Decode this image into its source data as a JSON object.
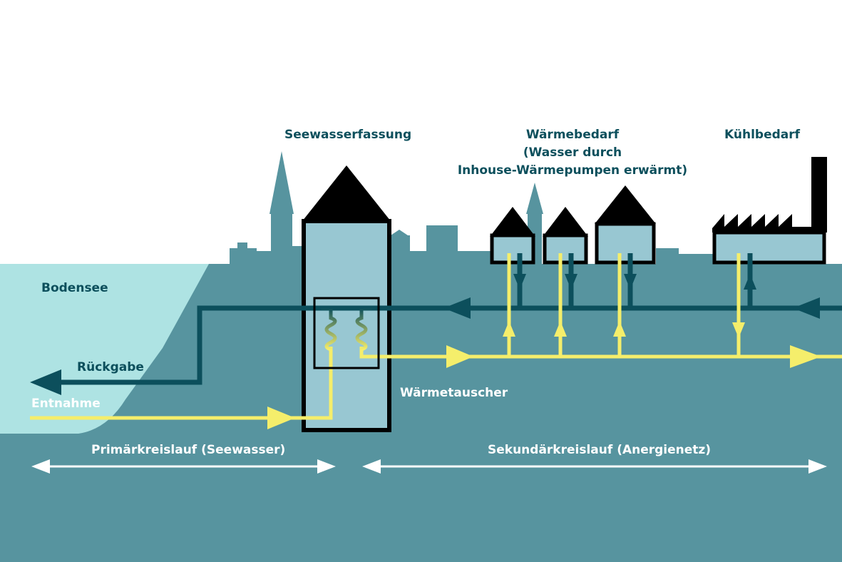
{
  "labels": {
    "seewasserfassung": "Seewasserfassung",
    "waermebedarf_line1": "Wärmebedarf",
    "waermebedarf_line2": "(Wasser durch",
    "waermebedarf_line3": "Inhouse-Wärmepumpen erwärmt)",
    "kuehlbedarf": "Kühlbedarf",
    "bodensee": "Bodensee",
    "rueckgabe": "Rückgabe",
    "entnahme": "Entnahme",
    "waermetauscher": "Wärmetauscher",
    "primaerkreislauf": "Primärkreislauf (Seewasser)",
    "sekundaerkreislauf": "Sekundärkreislauf (Anergienetz)"
  },
  "colors": {
    "ground": "#57949f",
    "lake": "#aee3e3",
    "building_fill": "#98c7d2",
    "roof": "#000000",
    "return_pipe": "#0c4f5c",
    "supply_pipe": "#f5ee6b",
    "text_dark": "#0c4f5c",
    "text_light": "#ffffff"
  }
}
